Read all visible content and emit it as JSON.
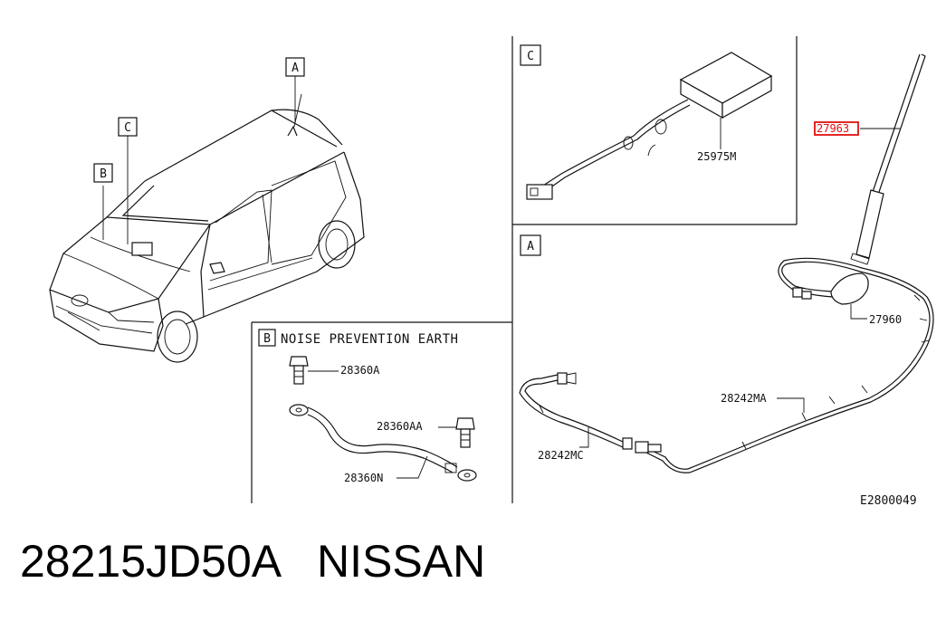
{
  "diagram": {
    "callouts": {
      "a": "A",
      "b": "B",
      "c": "C"
    },
    "section_b": {
      "letter": "B",
      "title": "NOISE PREVENTION EARTH"
    },
    "section_c": {
      "letter": "C"
    },
    "section_a": {
      "letter": "A"
    },
    "parts": {
      "p28360A": "28360A",
      "p28360AA": "28360AA",
      "p28360N": "28360N",
      "p25975M": "25975M",
      "p27960": "27960",
      "p28242MA": "28242MA",
      "p28242MC": "28242MC",
      "highlighted": "27963"
    },
    "diagram_code": "E2800049",
    "colors": {
      "highlight": "#e01010",
      "ink": "#111111"
    }
  },
  "caption": {
    "part_number": "28215JD50A",
    "brand": "NISSAN"
  }
}
